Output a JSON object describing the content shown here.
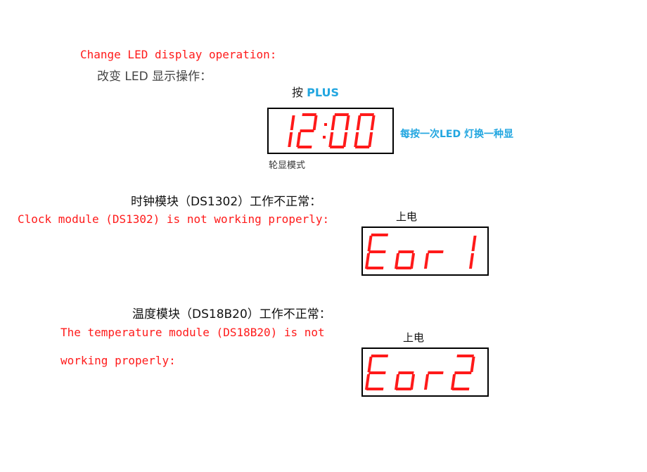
{
  "section_led": {
    "en_title": "Change LED display operation:",
    "cn_title": "改变 LED 显示操作：",
    "press_prefix": "按",
    "press_key": "PLUS",
    "display_text": "12:00",
    "side_note": "每按一次LED 灯换一种显",
    "mode_label": "轮显模式"
  },
  "section_clock": {
    "cn_title": "时钟模块（DS1302）工作不正常：",
    "en_title": "Clock module (DS1302) is not working properly:",
    "power_label": "上电",
    "display_text": "Eor 1"
  },
  "section_temp": {
    "cn_title": "温度模块（DS18B20）工作不正常：",
    "en_line1": "The temperature module (DS18B20) is not",
    "en_line2": "working properly:",
    "power_label": "上电",
    "display_text": "Eor 2"
  },
  "colors": {
    "accent_red": "#ff1a1a",
    "accent_blue": "#22a6e0"
  }
}
